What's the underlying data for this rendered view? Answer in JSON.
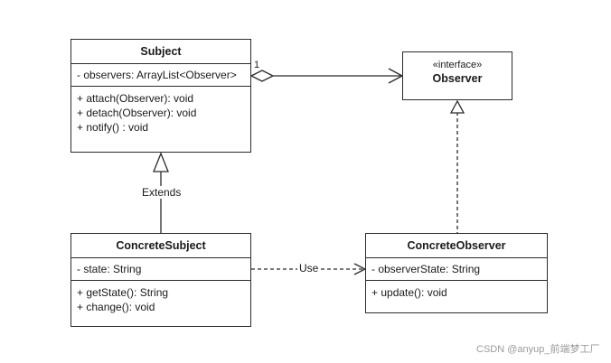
{
  "subject": {
    "name": "Subject",
    "attribute": "- observers: ArrayList<Observer>",
    "operations": [
      "+ attach(Observer): void",
      "+ detach(Observer): void",
      "+ notify() : void"
    ]
  },
  "observer": {
    "stereotype": "«interface»",
    "name": "Observer"
  },
  "concrete_subject": {
    "name": "ConcreteSubject",
    "attribute": "- state: String",
    "operations": [
      "+ getState(): String",
      "+ change(): void"
    ]
  },
  "concrete_observer": {
    "name": "ConcreteObserver",
    "attribute": "- observerState: String",
    "operations": [
      "+ update(): void"
    ]
  },
  "relations": {
    "association_multiplicity": "1",
    "extends_label": "Extends",
    "use_label": "Use"
  },
  "watermark": "CSDN @anyup_前端梦工厂"
}
